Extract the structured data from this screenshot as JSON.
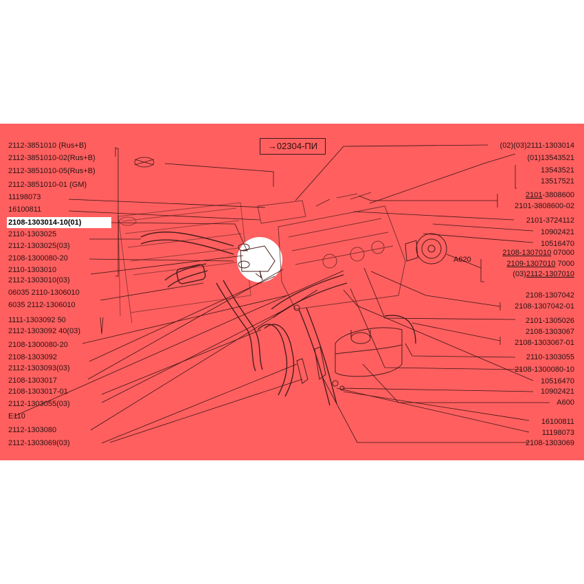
{
  "reference_box": "→02304-ПИ",
  "highlight_label": "2108-1303014-10(01)",
  "left_labels": [
    {
      "id": "l1",
      "text": "2112-3851010    (Rus+B)"
    },
    {
      "id": "l2",
      "text": "2112-3851010-02(Rus+B)"
    },
    {
      "id": "l3",
      "text": "2112-3851010-05(Rus+B)"
    },
    {
      "id": "l4",
      "text": "2112-3851010-01    (GM)"
    },
    {
      "id": "l5",
      "text": "11198073"
    },
    {
      "id": "l6",
      "text": "16100811"
    },
    {
      "id": "l7",
      "text": "2110-1303025"
    },
    {
      "id": "l8",
      "text": "2112-1303025(03)"
    },
    {
      "id": "l9",
      "text": "2108-1300080-20"
    },
    {
      "id": "l10",
      "text": "2110-1303010"
    },
    {
      "id": "l11",
      "text": "2112-1303010(03)"
    },
    {
      "id": "l12",
      "text": "06035   2110-1306010"
    },
    {
      "id": "l13",
      "text": "6035    2112-1306010"
    },
    {
      "id": "l14",
      "text": "1111-1303092  50"
    },
    {
      "id": "l15",
      "text": "2112-1303092  40(03)"
    },
    {
      "id": "l16",
      "text": "2108-1300080-20"
    },
    {
      "id": "l17",
      "text": "2108-1303092"
    },
    {
      "id": "l18",
      "text": "2112-1303093(03)"
    },
    {
      "id": "l19",
      "text": "2108-1303017"
    },
    {
      "id": "l20",
      "text": "2108-1303017-01"
    },
    {
      "id": "l21",
      "text": "2112-1303055(03)"
    },
    {
      "id": "l22",
      "text": "E110"
    },
    {
      "id": "l23",
      "text": "2112-1303080"
    },
    {
      "id": "l24",
      "text": "2112-1303069(03)"
    }
  ],
  "right_labels": [
    {
      "id": "r1",
      "text": "(02)(03)2111-1303014"
    },
    {
      "id": "r2",
      "text": "(01)13543521"
    },
    {
      "id": "r3",
      "text": "13543521"
    },
    {
      "id": "r4",
      "text": "13517521"
    },
    {
      "id": "r5",
      "text": "2101-3808600"
    },
    {
      "id": "r6",
      "text": "2101-3808600-02"
    },
    {
      "id": "r7",
      "text": "2101-3724112"
    },
    {
      "id": "r8",
      "text": "10902421"
    },
    {
      "id": "r9",
      "text": "10516470"
    },
    {
      "id": "r10",
      "text": "2108-1307010  07000"
    },
    {
      "id": "r11",
      "text": "2109-1307010    7000"
    },
    {
      "id": "r12",
      "text": "(03)2112-1307010"
    },
    {
      "id": "r13",
      "text": "2108-1307042"
    },
    {
      "id": "r14",
      "text": "2108-1307042-01"
    },
    {
      "id": "r15",
      "text": "2101-1305026"
    },
    {
      "id": "r16",
      "text": "2108-1303067"
    },
    {
      "id": "r17",
      "text": "2108-1303067-01"
    },
    {
      "id": "r18",
      "text": "2110-1303055"
    },
    {
      "id": "r19",
      "text": "2108-1300080-10"
    },
    {
      "id": "r20",
      "text": "10516470"
    },
    {
      "id": "r21",
      "text": "10902421"
    },
    {
      "id": "r22",
      "text": "A600"
    },
    {
      "id": "r23",
      "text": "16100811"
    },
    {
      "id": "r24",
      "text": "11198073"
    },
    {
      "id": "r25",
      "text": "2108-1303069"
    }
  ],
  "pump_label": "A620"
}
